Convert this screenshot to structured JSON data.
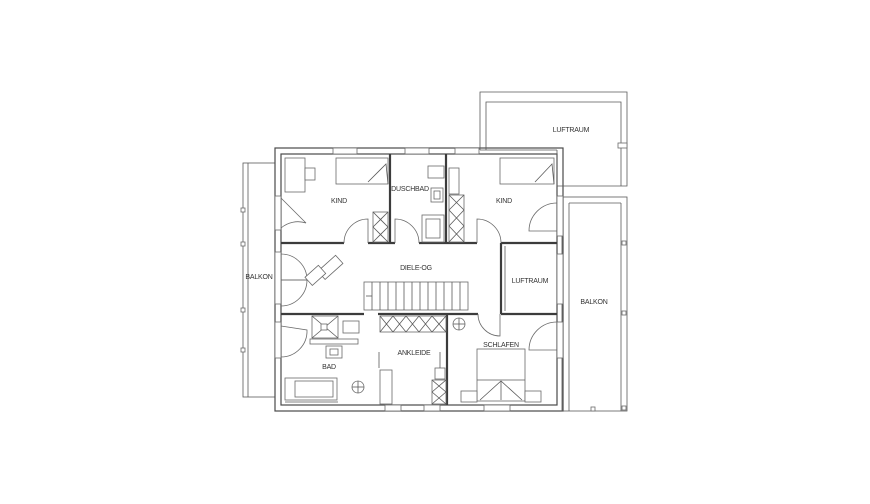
{
  "floorplan": {
    "rooms": {
      "kind_left": "KIND",
      "duschbad": "DUSCHBAD",
      "kind_right": "KIND",
      "luftraum_top": "LUFTRAUM",
      "balkon_left": "BALKON",
      "diele": "DIELE-OG",
      "luftraum_mid": "LUFTRAUM",
      "balkon_right": "BALKON",
      "bad": "BAD",
      "ankleide": "ANKLEIDE",
      "schlafen": "SCHLAFEN"
    }
  }
}
